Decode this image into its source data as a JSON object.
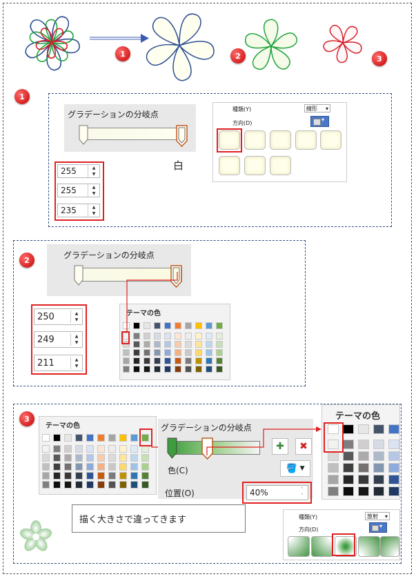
{
  "badges": {
    "b1": "1",
    "b2": "2",
    "b3": "3"
  },
  "section1": {
    "gradient_title": "グラデーションの分岐点",
    "white_label": "白",
    "rgb": [
      "255",
      "255",
      "235"
    ],
    "kind_label": "種類(Y)",
    "kind_value": "線形",
    "direction_label": "方向(D)"
  },
  "section2": {
    "gradient_title": "グラデーションの分岐点",
    "rgb": [
      "250",
      "249",
      "211"
    ],
    "palette_title": "テーマの色"
  },
  "section3": {
    "palette_title": "テーマの色",
    "gradient_title": "グラデーションの分岐点",
    "color_label": "色(C)",
    "position_label": "位置(O)",
    "position_value": "40%",
    "note": "描く大きさで違ってきます",
    "palette_title_large": "テーマの色",
    "kind_label": "種類(Y)",
    "kind_value": "放射",
    "direction_label": "方向(D)"
  },
  "colors": {
    "accent_red": "#e02020",
    "dash_blue": "#2f4f7f",
    "flower_cream": "#fffff0",
    "flower_green_fill": "#f4fbe8"
  }
}
